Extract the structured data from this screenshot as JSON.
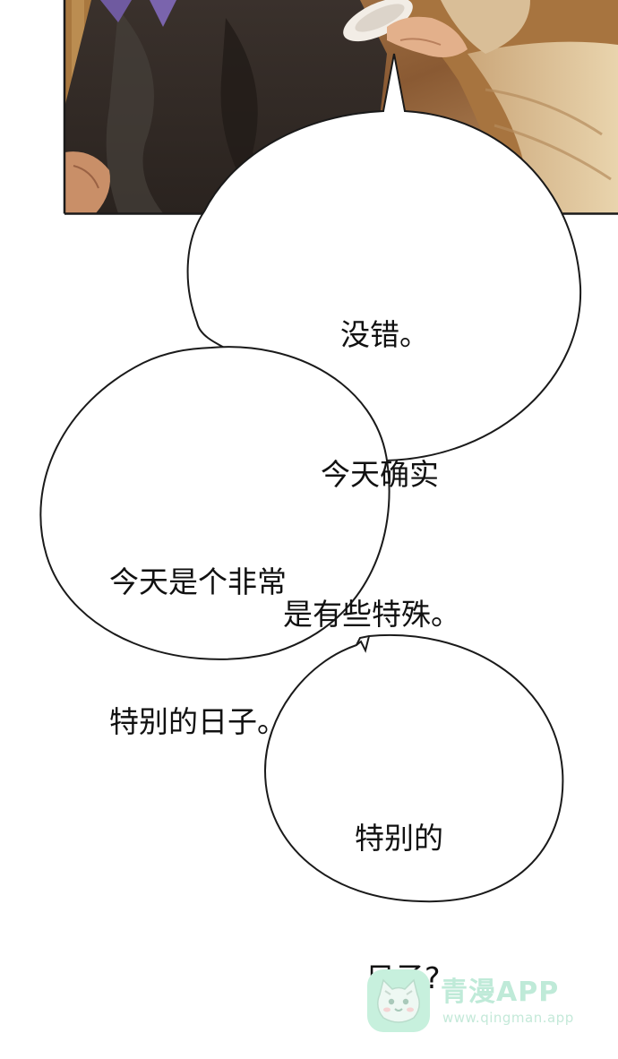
{
  "comic_panel": {
    "illustration": "two-characters-tea-cup-scene"
  },
  "speech_bubbles": [
    {
      "lines": [
        "没错。",
        "今天确实",
        "是有些特殊。"
      ]
    },
    {
      "lines": [
        "今天是个非常",
        "特别的日子。"
      ]
    },
    {
      "lines": [
        "特别的",
        "日子?"
      ]
    }
  ],
  "watermark": {
    "name": "青漫APP",
    "url": "www.qingman.app",
    "icon": "cat-mascot-icon",
    "color": "#b9e8d4"
  }
}
